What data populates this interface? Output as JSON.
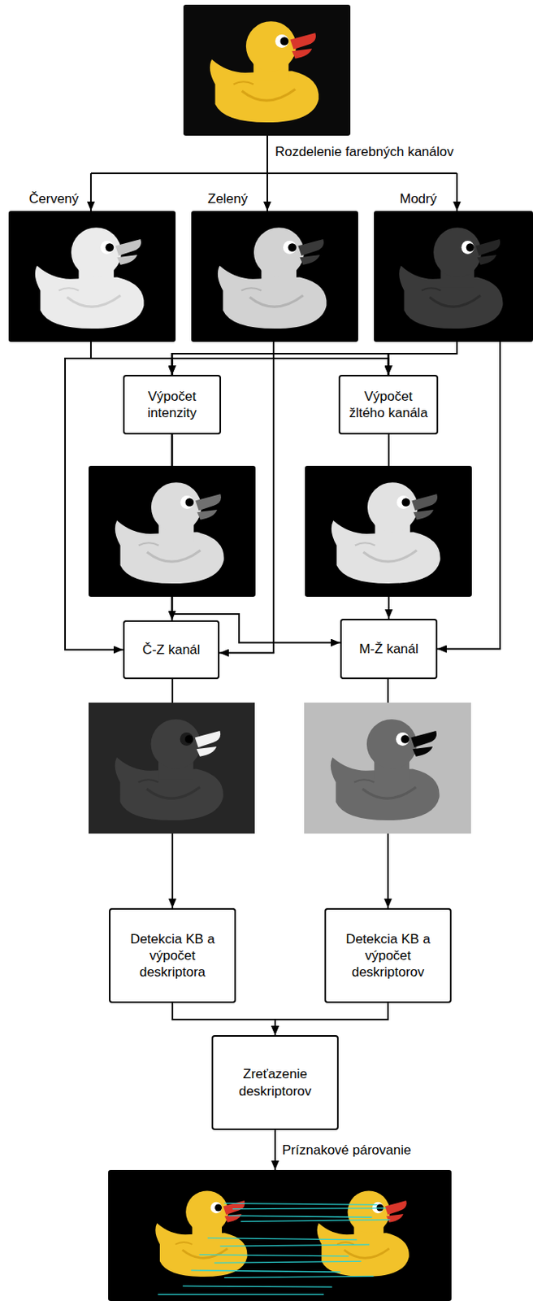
{
  "diagram": {
    "nodes": [
      {
        "text": [
          "Červený"
        ]
      },
      {
        "text": [
          "Zelený"
        ]
      },
      {
        "text": [
          "Modrý"
        ]
      },
      {
        "text": [
          "Výpočet intenzity"
        ]
      },
      {
        "text": [
          "Výpočet žltého kanála"
        ]
      },
      {
        "text": [
          "Č-Z kanál"
        ]
      },
      {
        "text": [
          "M-Ž kanál"
        ]
      },
      {
        "text": [
          "Detekcia KB a výpočet deskriptora"
        ]
      },
      {
        "text": [
          "Detekcia KB a výpočet deskriptorov"
        ]
      },
      {
        "text": [
          "Zreťazenie deskriptorov"
        ]
      }
    ],
    "edges": [
      {
        "from": 0,
        "to": 3,
        "arrow": "to"
      },
      {
        "from": 1,
        "to": 3,
        "arrow": "to"
      },
      {
        "from": 2,
        "to": 3,
        "arrow": "to"
      },
      {
        "from": 0,
        "to": 4,
        "arrow": "to"
      },
      {
        "from": 1,
        "to": 4,
        "arrow": "to"
      },
      {
        "from": 2,
        "to": 4,
        "arrow": "to"
      },
      {
        "from": 0,
        "to": 5,
        "arrow": "to"
      },
      {
        "from": 3,
        "to": 5,
        "arrow": "to"
      },
      {
        "from": 1,
        "to": 5,
        "arrow": "to"
      },
      {
        "from": 3,
        "to": 6,
        "arrow": "to"
      },
      {
        "from": 4,
        "to": 6,
        "arrow": "to"
      },
      {
        "from": 2,
        "to": 6,
        "arrow": "to"
      },
      {
        "from": 5,
        "to": 7,
        "arrow": "to"
      },
      {
        "from": 6,
        "to": 8,
        "arrow": "to"
      },
      {
        "from": 7,
        "to": 9,
        "arrow": "to"
      },
      {
        "from": 8,
        "to": 9,
        "arrow": "to"
      }
    ],
    "labels": [
      "Rozdelenie farebných kanálov",
      "Príznakové párovanie"
    ]
  }
}
